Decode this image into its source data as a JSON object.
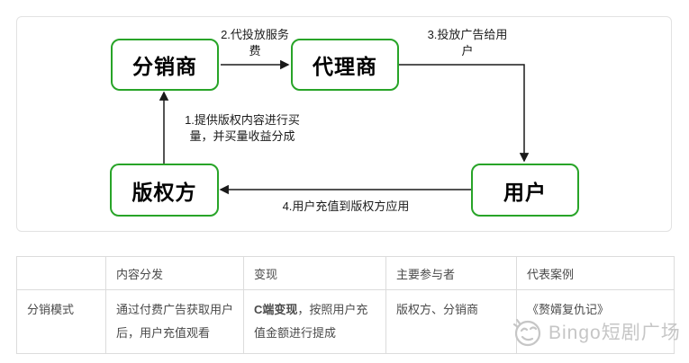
{
  "diagram": {
    "nodes": {
      "distributor": "分销商",
      "agent": "代理商",
      "copyright": "版权方",
      "user": "用户"
    },
    "edges": {
      "e1": {
        "line1": "1.提供版权内容进行买",
        "line2": "量，并买量收益分成"
      },
      "e2": {
        "line1": "2.代投放服务",
        "line2": "费"
      },
      "e3": {
        "line1": "3.投放广告给用",
        "line2": "户"
      },
      "e4": {
        "line1": "4.用户充值到版权方应用"
      }
    }
  },
  "table": {
    "headers": [
      "",
      "内容分发",
      "变现",
      "主要参与者",
      "代表案例"
    ],
    "row": {
      "label": "分销模式",
      "distribution": "通过付费广告获取用户后，用户充值观看",
      "monetization_bold": "C端变现",
      "monetization_rest": "，按照用户充值金额进行提成",
      "participants": "版权方、分销商",
      "case": "《赘婿复仇记》"
    }
  },
  "watermark": {
    "brand": "Bingo短剧广场"
  },
  "colors": {
    "node_border": "#28a428",
    "arrow": "#1a1a1a",
    "panel_border": "#e2e2e2",
    "table_border": "#dcdcdc",
    "table_text": "#4a4a4a",
    "watermark": "#c6c6c6"
  }
}
